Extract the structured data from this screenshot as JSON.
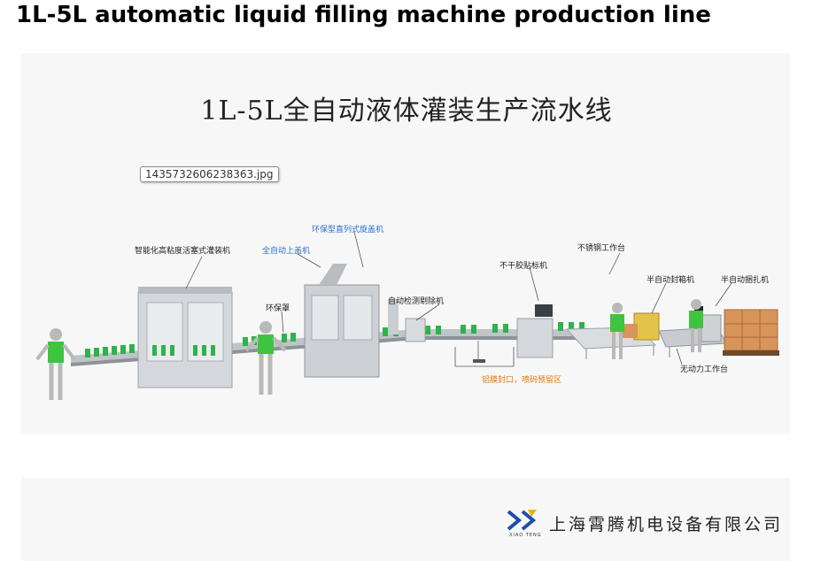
{
  "page_title": "1L-5L automatic liquid filling machine production line",
  "diagram": {
    "title": "1L-5L全自动液体灌装生产流水线",
    "filename_chip": "1435732606238363.jpg",
    "labels": {
      "filler": "智能化高粘度活塞式灌装机",
      "cap_feeder": "全自动上盖机",
      "capper": "环保型直列式旋盖机",
      "enclosure": "环保罩",
      "inspection": "自动检测剔除机",
      "foil_seal": "铝膜封口，喷码预留区",
      "labeler": "不干胶贴标机",
      "steel_table": "不锈钢工作台",
      "case_sealer": "半自动封箱机",
      "strapper": "半自动捆扎机",
      "roller_table": "无动力工作台"
    },
    "colors": {
      "blue_label": "#2a6fd6",
      "orange_label": "#e07a10",
      "worker_shirt": "#3fc43f",
      "machine": "#cfd3d8",
      "carton": "#d7955a"
    }
  },
  "company": {
    "name": "上海霄腾机电设备有限公司",
    "logo_text": "XIAO TENG",
    "logo_icon": "xiaoteng-logo-icon"
  }
}
